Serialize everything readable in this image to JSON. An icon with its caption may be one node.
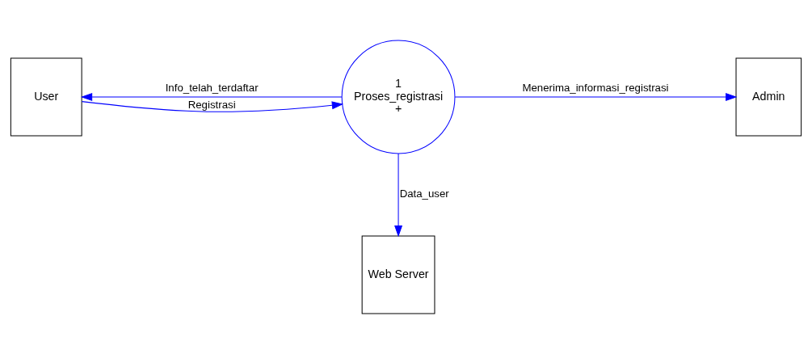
{
  "diagram": {
    "nodes": [
      {
        "text": [
          "User"
        ]
      },
      {
        "text": [
          "1",
          "Proses_registrasi",
          "+"
        ]
      },
      {
        "text": [
          "Admin"
        ]
      },
      {
        "text": [
          "Web Server"
        ]
      }
    ],
    "edges": [
      {
        "from": 0,
        "to": 1,
        "arrow": "to",
        "label": "Registrasi"
      },
      {
        "from": 1,
        "to": 0,
        "arrow": "to",
        "label": "Info_telah_terdaftar"
      },
      {
        "from": 1,
        "to": 2,
        "arrow": "to",
        "label": "Menerima_informasi_registrasi"
      },
      {
        "from": 1,
        "to": 3,
        "arrow": "to",
        "label": "Data_user"
      }
    ]
  }
}
